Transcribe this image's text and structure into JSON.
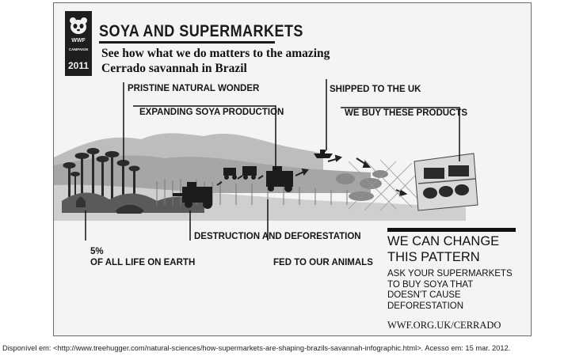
{
  "logo": {
    "org": "WWF",
    "campaign": "CAMPAIGN",
    "year": "2011"
  },
  "header": {
    "title": "SOYA AND SUPERMARKETS",
    "subtitle_line1": "See how what we do matters to the amazing",
    "subtitle_line2": "Cerrado savannah in Brazil"
  },
  "labels": {
    "pristine": "PRISTINE NATURAL WONDER",
    "expanding": "EXPANDING SOYA PRODUCTION",
    "shipped": "SHIPPED TO THE UK",
    "buy": "WE BUY THESE PRODUCTS",
    "destruction": "DESTRUCTION AND DEFORESTATION",
    "pct": "5%",
    "life": "OF ALL LIFE ON EARTH",
    "fed": "FED TO OUR ANIMALS"
  },
  "call_to_action": {
    "heading_line1": "WE CAN CHANGE",
    "heading_line2": "THIS PATTERN",
    "body_line1": "ASK YOUR SUPERMARKETS",
    "body_line2": "TO BUY SOYA THAT",
    "body_line3": "DOESN'T CAUSE",
    "body_line4": "DEFORESTATION",
    "url": "WWF.ORG.UK/CERRADO"
  },
  "source": "Disponível em: <http://www.treehugger.com/natural-sciences/how-supermarkets-are-shaping-brazils-savannah-infographic.html>. Acesso em: 15 mar. 2012."
}
